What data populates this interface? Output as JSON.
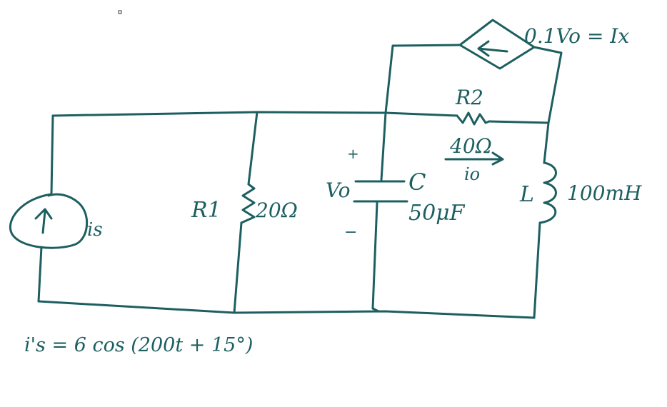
{
  "circuit": {
    "source": {
      "label": "is",
      "equation": "i's = 6 cos (200t + 15°)"
    },
    "r1": {
      "name": "R1",
      "value": "20Ω"
    },
    "capacitor": {
      "name": "C",
      "value": "50μF",
      "voltage": "Vo",
      "plus": "+",
      "minus": "−"
    },
    "r2": {
      "name": "R2",
      "value": "40Ω",
      "current": "io"
    },
    "inductor": {
      "name": "L",
      "value": "100mH"
    },
    "dependent_source": {
      "expression": "0.1Vo = Ix"
    }
  },
  "colors": {
    "ink": "#1d5f60",
    "background": "#ffffff"
  },
  "icons": [
    "arrow-up-icon",
    "arrow-left-icon",
    "arrow-right-icon"
  ]
}
